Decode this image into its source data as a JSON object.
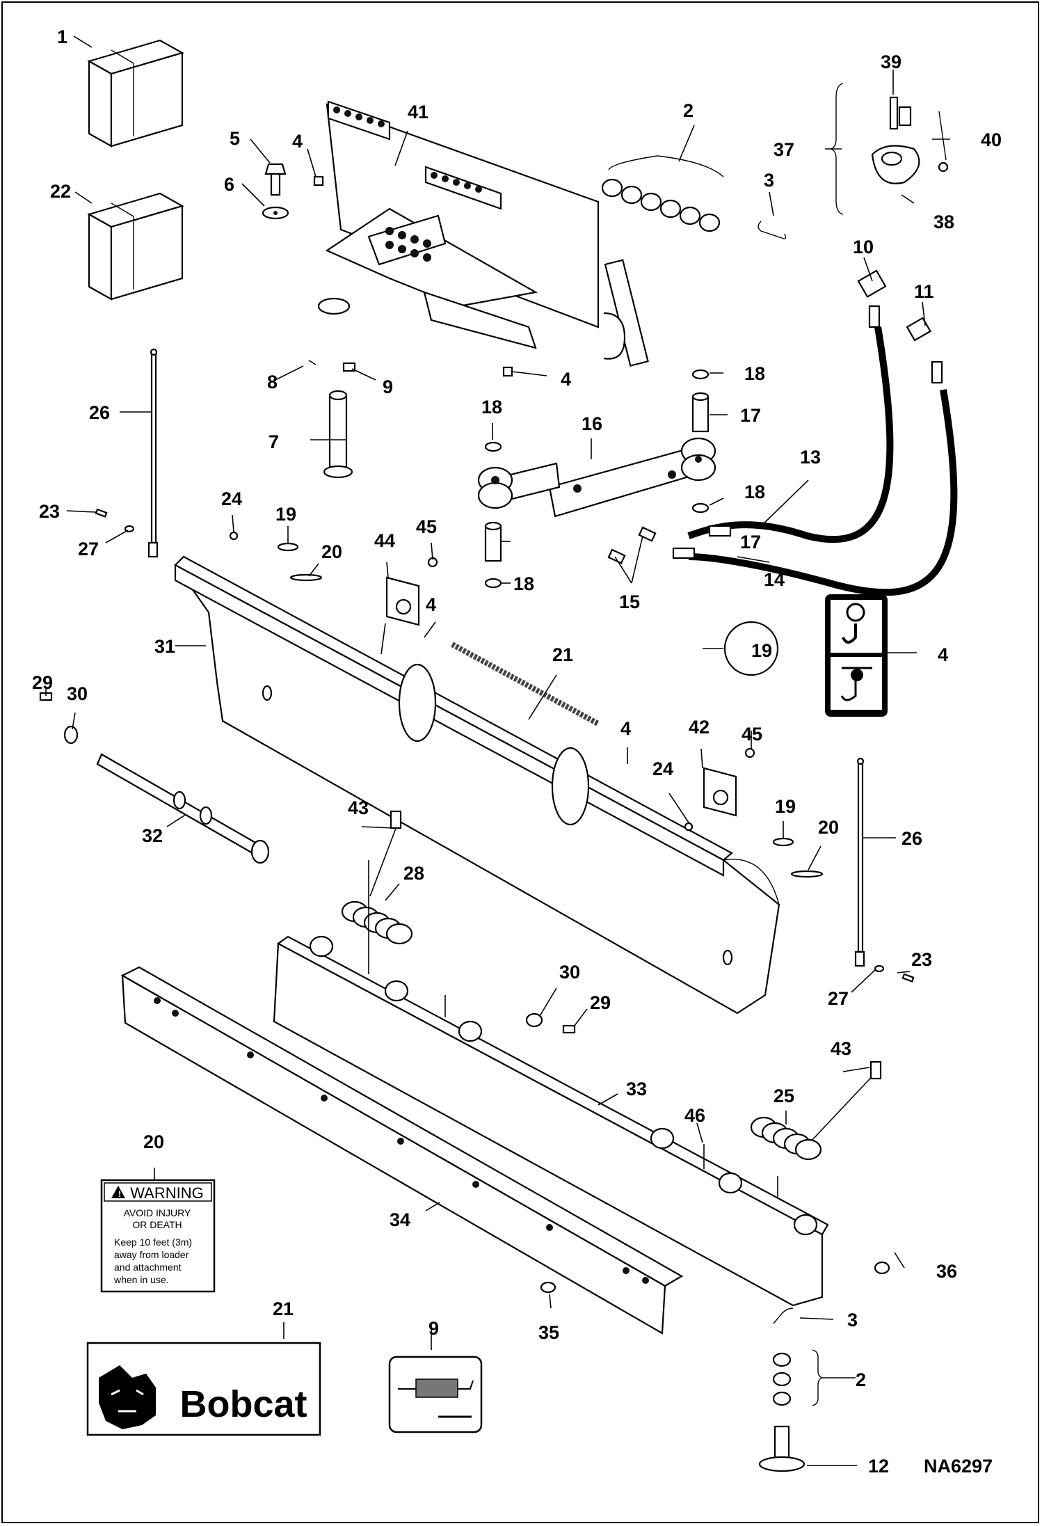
{
  "drawing_code": "NA6297",
  "callouts": [
    "1",
    "2",
    "3",
    "4",
    "5",
    "6",
    "7",
    "8",
    "9",
    "10",
    "11",
    "12",
    "13",
    "14",
    "15",
    "16",
    "17",
    "18",
    "19",
    "20",
    "21",
    "22",
    "23",
    "24",
    "25",
    "26",
    "27",
    "28",
    "29",
    "30",
    "31",
    "32",
    "33",
    "34",
    "35",
    "36",
    "37",
    "38",
    "39",
    "40",
    "41",
    "42",
    "43",
    "44",
    "45",
    "46"
  ],
  "warning_decal": {
    "heading": "WARNING",
    "line1": "AVOID INJURY",
    "line2": "OR DEATH",
    "body1": "Keep 10 feet (3m)",
    "body2": "away from loader",
    "body3": "and attachment",
    "body4": "when in use."
  },
  "brand_decal": {
    "text": "Bobcat"
  }
}
